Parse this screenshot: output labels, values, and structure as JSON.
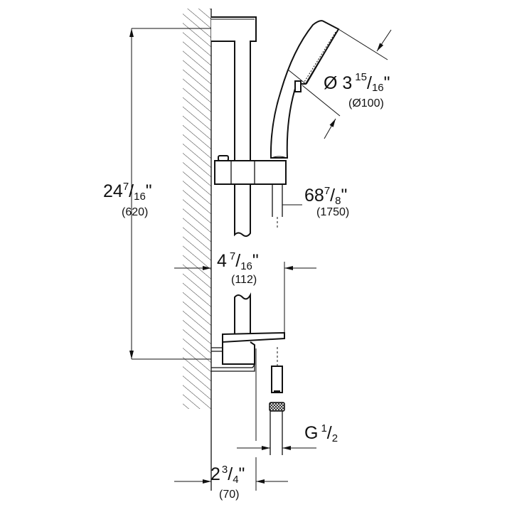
{
  "dimensions": {
    "height": {
      "whole": "24",
      "num": "7",
      "den": "16",
      "unit": "\"",
      "metric": "(620)"
    },
    "diameter": {
      "prefix": "Ø 3",
      "num": "15",
      "den": "16",
      "unit": "\"",
      "metric": "(Ø100)"
    },
    "hose": {
      "whole": "68",
      "num": "7",
      "den": "8",
      "unit": "\"",
      "metric": "(1750)"
    },
    "projection": {
      "whole": "4",
      "num": "7",
      "den": "16",
      "unit": "\"",
      "metric": "(112)"
    },
    "thread": {
      "whole": "G",
      "num": "1",
      "den": "2"
    },
    "depth": {
      "whole": "2",
      "num": "3",
      "den": "4",
      "unit": "\"",
      "metric": "(70)"
    }
  },
  "colors": {
    "line": "#111111",
    "background": "#ffffff"
  }
}
